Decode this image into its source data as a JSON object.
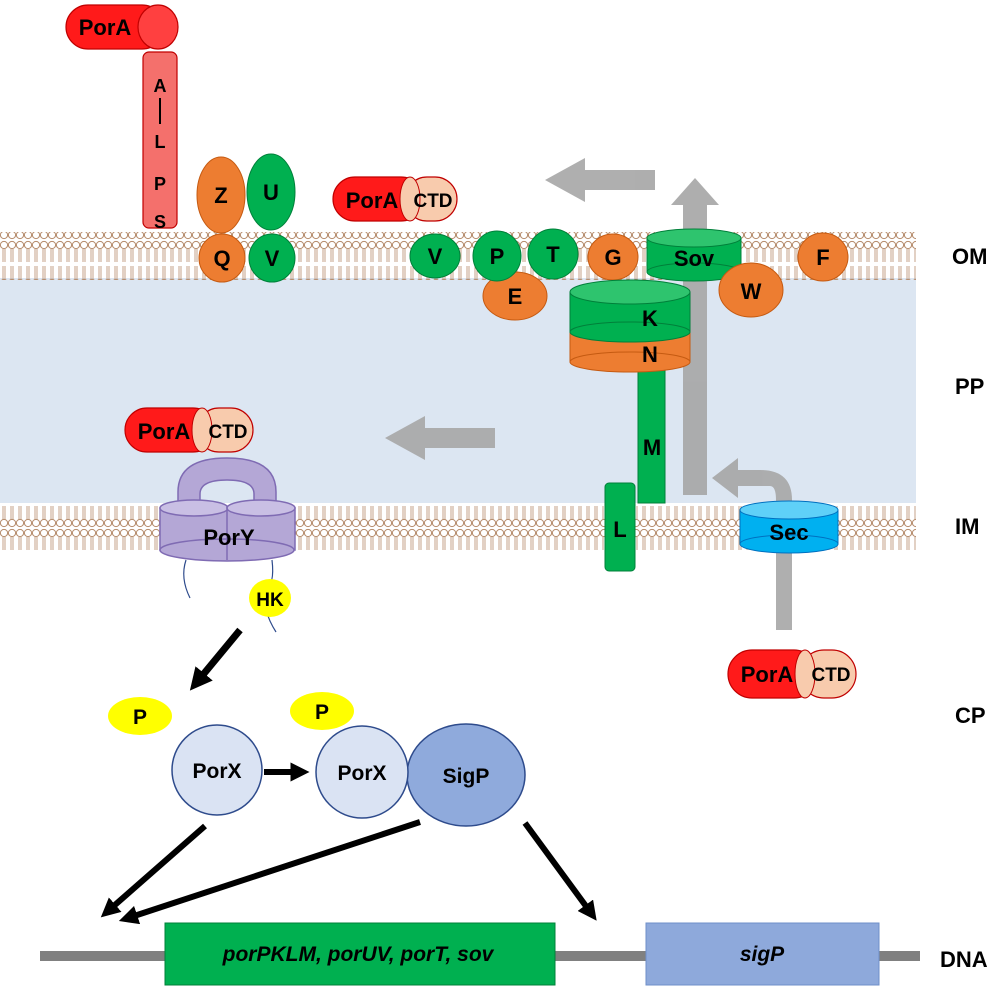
{
  "compartments": {
    "om": "OM",
    "pp": "PP",
    "im": "IM",
    "cp": "CP",
    "dna": "DNA"
  },
  "cargo": {
    "name": "PorA",
    "ctd": "CTD",
    "anchor_letters": [
      "A",
      "L",
      "P",
      "S"
    ]
  },
  "components": {
    "z": "Z",
    "u": "U",
    "q": "Q",
    "v_pair": "V",
    "v": "V",
    "p": "P",
    "t": "T",
    "e": "E",
    "g": "G",
    "sov": "Sov",
    "w": "W",
    "f": "F",
    "k": "K",
    "n": "N",
    "m": "M",
    "l": "L"
  },
  "signaling": {
    "pory": "PorY",
    "hk": "HK",
    "phospho": "P",
    "porx": "PorX",
    "sigp": "SigP"
  },
  "sec": "Sec",
  "genes": {
    "operon": "porPKLM, porUV, porT, sov",
    "sigp": "sigP"
  },
  "colors": {
    "porA_red": "#ff1a1a",
    "ctd_peach": "#f8cbad",
    "anchor_pink": "#f4706c",
    "orange": "#ed7d31",
    "green": "#00b050",
    "periplasm": "#dce6f2",
    "purple": "#b4a7d6",
    "sec_blue": "#00b0f0",
    "hk_yellow": "#ffff00",
    "porx_fill": "#dae3f3",
    "sigp_fill": "#8faadc",
    "gene_green": "#00b050",
    "gene_blue": "#8ea9db",
    "arrow_grey": "#a6a6a6"
  }
}
